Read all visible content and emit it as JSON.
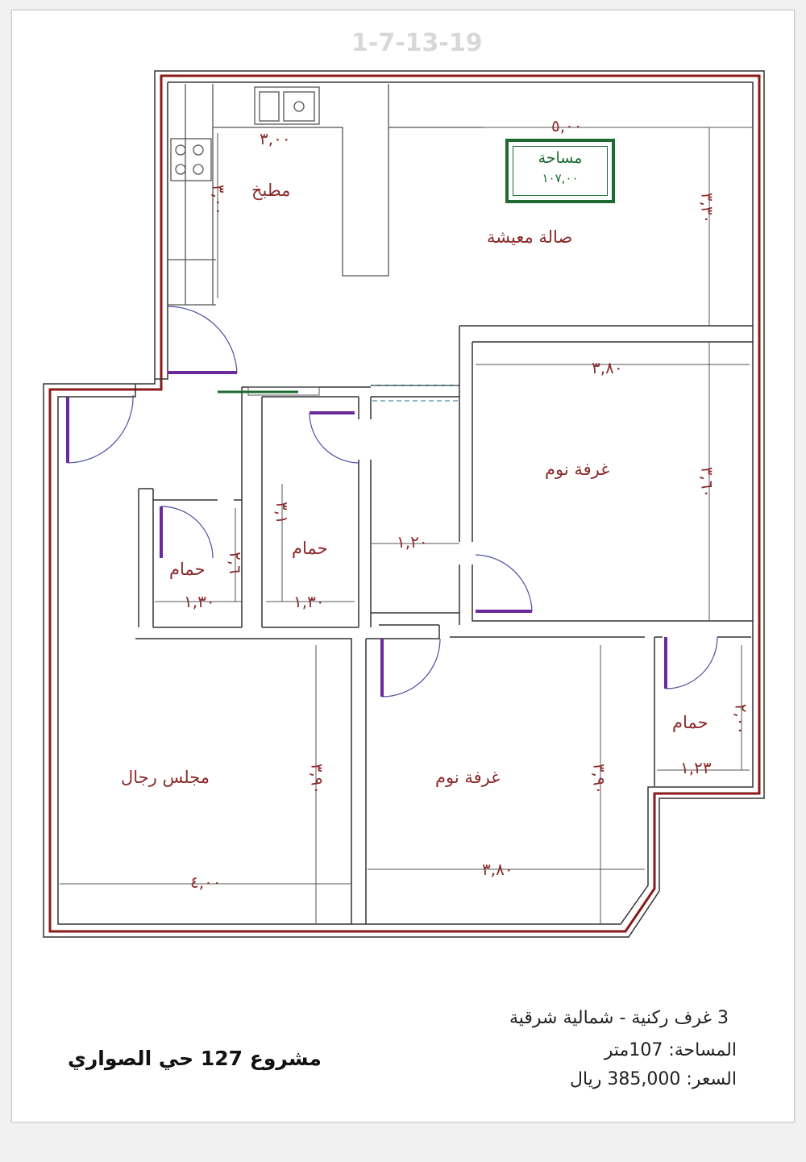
{
  "plan_code": "1-7-13-19",
  "area_box": {
    "label": "مساحة",
    "value": "١٠٧,٠٠"
  },
  "rooms": {
    "kitchen": "مطبخ",
    "living": "صالة معيشة",
    "bedroom_1": "غرفة نوم",
    "bath_1": "حمام",
    "bath_2": "حمام",
    "majlis": "مجلس رجال",
    "bedroom_2": "غرفة نوم",
    "bath_3": "حمام"
  },
  "dimensions": {
    "kitchen_w": "٣,٠٠",
    "kitchen_h": "٣,٠٠",
    "living_w": "٥,٠٠",
    "living_h": "٣,٣٠",
    "bed1_w": "٣,٨٠",
    "bed1_h": "٣,٦٠",
    "bath1_w": "١,٣٠",
    "bath1_h": "٢,٦",
    "bath2_w": "١,٣٠",
    "bath2_h": "٣,١",
    "corridor_w": "١,٢٠",
    "majlis_w": "٤,٠٠",
    "majlis_h": "٣,٩٠",
    "bed2_w": "٣,٨٠",
    "bed2_h": "٣,٩٠",
    "bath3_w": "١,٢٣",
    "bath3_h": "٢,٠٠"
  },
  "info": {
    "line1": "3 غرف ركنية - شمالية شرقية",
    "line2": "المساحة: 107متر",
    "line3": "السعر: 385,000 ريال"
  },
  "project_name": "مشروع 127 حي الصواري",
  "colors": {
    "wall_red": "#8b1a1a",
    "line": "#333333",
    "area_green": "#1d6b33",
    "door_purple": "#6a2a9a"
  }
}
